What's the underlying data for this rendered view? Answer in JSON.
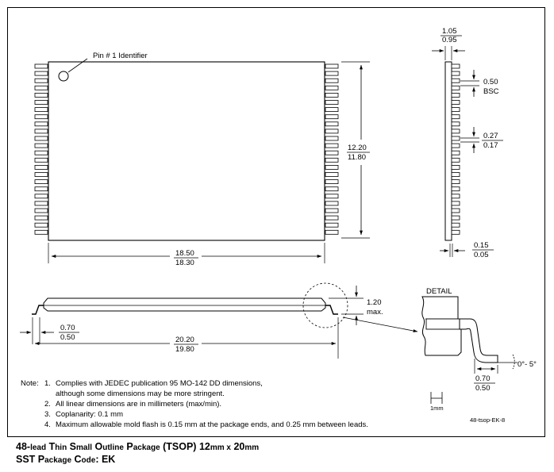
{
  "top_view": {
    "pin1_label": "Pin # 1 Identifier",
    "dim_height_max": "12.20",
    "dim_height_min": "11.80",
    "dim_width_max": "18.50",
    "dim_width_min": "18.30"
  },
  "side_view": {
    "dim_thickness_max": "1.05",
    "dim_thickness_min": "0.95",
    "dim_pitch": "0.50",
    "dim_pitch_note": "BSC",
    "dim_lead_width_max": "0.27",
    "dim_lead_width_min": "0.17",
    "dim_standoff_max": "0.15",
    "dim_standoff_min": "0.05"
  },
  "front_view": {
    "dim_lead_max": "0.70",
    "dim_lead_min": "0.50",
    "dim_overall_max": "20.20",
    "dim_overall_min": "19.80",
    "dim_height": "1.20",
    "dim_height_note": "max."
  },
  "detail_view": {
    "label": "DETAIL",
    "angle": "0°- 5°",
    "dim_foot_max": "0.70",
    "dim_foot_min": "0.50",
    "scale_label": "1mm"
  },
  "drawing_id": "48-tsop-EK-8",
  "notes": {
    "prefix": "Note:",
    "n1_num": "1.",
    "n1a": "Complies with JEDEC publication 95 MO-142 DD dimensions,",
    "n1b": "although some dimensions may be more stringent.",
    "n2_num": "2.",
    "n2": "All linear dimensions are in millimeters (max/min).",
    "n3_num": "3.",
    "n3": "Coplanarity: 0.1 mm",
    "n4_num": "4.",
    "n4": "Maximum allowable mold flash is 0.15 mm at the package ends, and 0.25 mm between leads."
  },
  "caption": {
    "line1_a": "48-",
    "line1_b": "lead",
    "line1_c": " T",
    "line1_d": "hin",
    "line1_e": " S",
    "line1_f": "mall",
    "line1_g": " O",
    "line1_h": "utline",
    "line1_i": " P",
    "line1_j": "ackage",
    "line1_k": " (TSOP) 12",
    "line1_l": "mm x",
    "line1_m": " 20",
    "line1_n": "mm",
    "line2_a": "SST P",
    "line2_b": "ackage",
    "line2_c": " C",
    "line2_d": "ode",
    "line2_e": ": EK"
  }
}
